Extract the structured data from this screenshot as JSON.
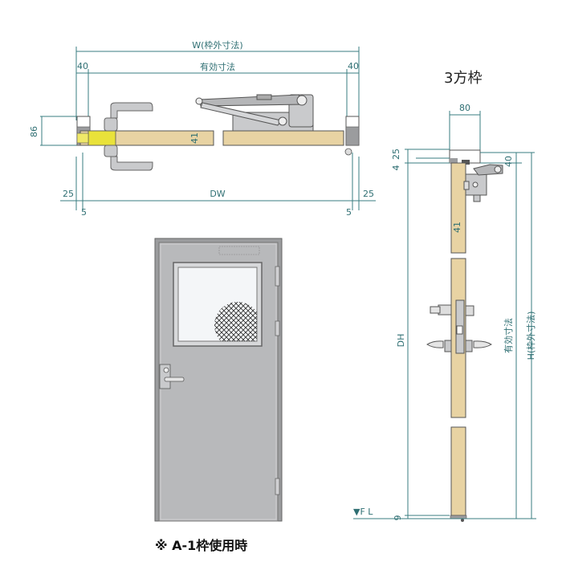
{
  "plan_view": {
    "overall_width_label": "W(枠外寸法)",
    "effective_width_label": "有効寸法",
    "left_40": "40",
    "right_40": "40",
    "depth_86": "86",
    "leaf_41": "41",
    "left_25": "25",
    "right_25": "25",
    "dw_label": "DW",
    "left_5": "5",
    "right_5": "5"
  },
  "section_view": {
    "title": "3方枠",
    "top_80": "80",
    "dim_4": "4",
    "dim_25": "25",
    "dim_40": "40",
    "leaf_41": "41",
    "dh_label": "DH",
    "effective_height_label": "有効寸法",
    "overall_height_label": "H(枠外寸法)",
    "fl_label": "▼F L",
    "dim_9": "9"
  },
  "footnote": "※ A-1枠使用時",
  "colors": {
    "dimension": "#2f6f73",
    "wood": "#e8d3a3",
    "door_panel": "#b8b9bb",
    "frame_gray": "#9b9c9e",
    "hardware_yellow": "#e9e23a"
  }
}
